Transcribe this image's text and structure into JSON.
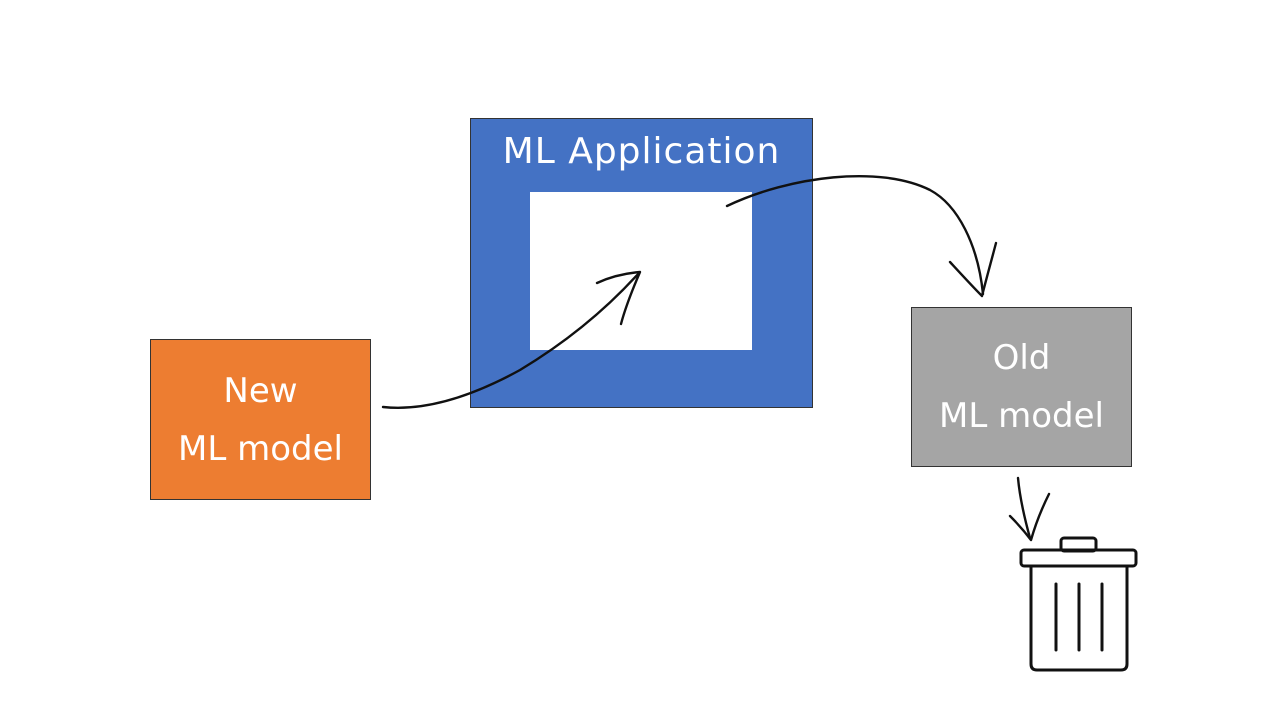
{
  "colors": {
    "new_model": "#ED7D31",
    "application": "#4472C4",
    "old_model": "#A5A5A5",
    "stroke": "#111111"
  },
  "new_model": {
    "line1": "New",
    "line2": "ML model"
  },
  "application": {
    "title": "ML Application"
  },
  "old_model": {
    "line1": "Old",
    "line2": "ML model"
  },
  "icons": {
    "trash": "trash-can-icon"
  }
}
